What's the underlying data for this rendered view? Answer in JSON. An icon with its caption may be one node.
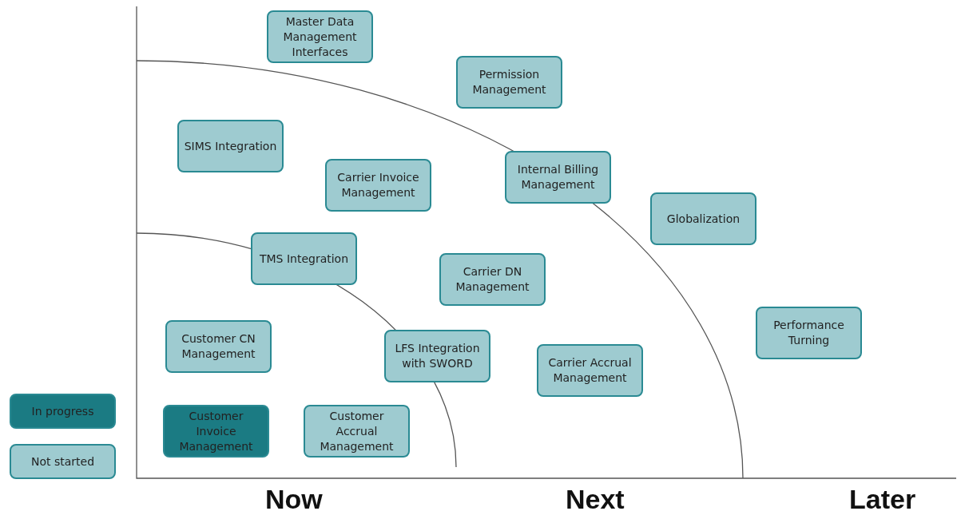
{
  "diagram": {
    "nodes": [
      {
        "text": [
          "Master Data Management Interfaces"
        ]
      },
      {
        "text": [
          "Permission Management"
        ]
      },
      {
        "text": [
          "SIMS Integration"
        ]
      },
      {
        "text": [
          "Carrier Invoice Management"
        ]
      },
      {
        "text": [
          "Internal Billing Management"
        ]
      },
      {
        "text": [
          "Globalization"
        ]
      },
      {
        "text": [
          "TMS Integration"
        ]
      },
      {
        "text": [
          "Carrier DN Management"
        ]
      },
      {
        "text": [
          "Customer CN Management"
        ]
      },
      {
        "text": [
          "LFS Integration with SWORD"
        ]
      },
      {
        "text": [
          "Carrier Accrual Management"
        ]
      },
      {
        "text": [
          "Performance Turning"
        ]
      },
      {
        "text": [
          "Customer Invoice Management"
        ]
      },
      {
        "text": [
          "Customer Accrual Management"
        ]
      }
    ],
    "labels": [
      "Now",
      "Next",
      "Later"
    ],
    "legend": [
      {
        "text": "In progress",
        "color": "#1b7b83"
      },
      {
        "text": "Not started",
        "color": "#9ecbd0"
      }
    ]
  }
}
